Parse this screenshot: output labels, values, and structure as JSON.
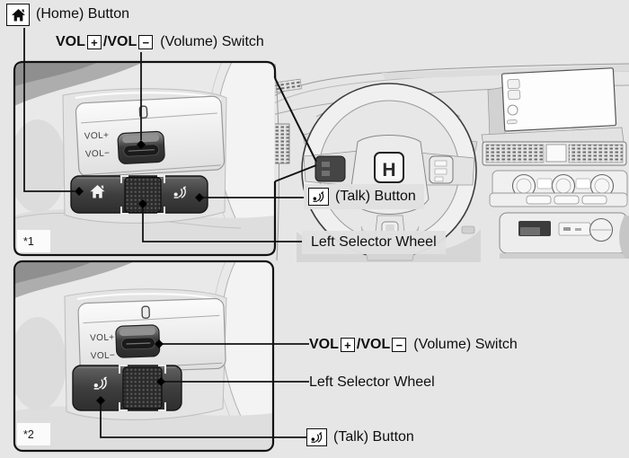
{
  "page": {
    "background": "#e6e6e6"
  },
  "callouts": {
    "home": {
      "label": "(Home) Button"
    },
    "volume": {
      "vol": "VOL",
      "plus": "+",
      "slash": "/",
      "vol2": "VOL",
      "minus": "−",
      "rest": "(Volume) Switch"
    },
    "talk": {
      "label": "(Talk) Button"
    },
    "selector": {
      "label": "Left Selector Wheel"
    }
  },
  "panels": [
    {
      "footnote": "*1",
      "vol_plus": "VOL+",
      "vol_minus": "VOL−"
    },
    {
      "footnote": "*2",
      "vol_plus": "VOL+",
      "vol_minus": "VOL−"
    }
  ],
  "steering": {
    "logo_letter": "H"
  },
  "colors": {
    "line": "#131313",
    "panel_border": "#121212",
    "panel_bg": "#e9e9e9",
    "dark_button_bar": "#3f3f3f",
    "label_bg": "#e0e0e0"
  }
}
